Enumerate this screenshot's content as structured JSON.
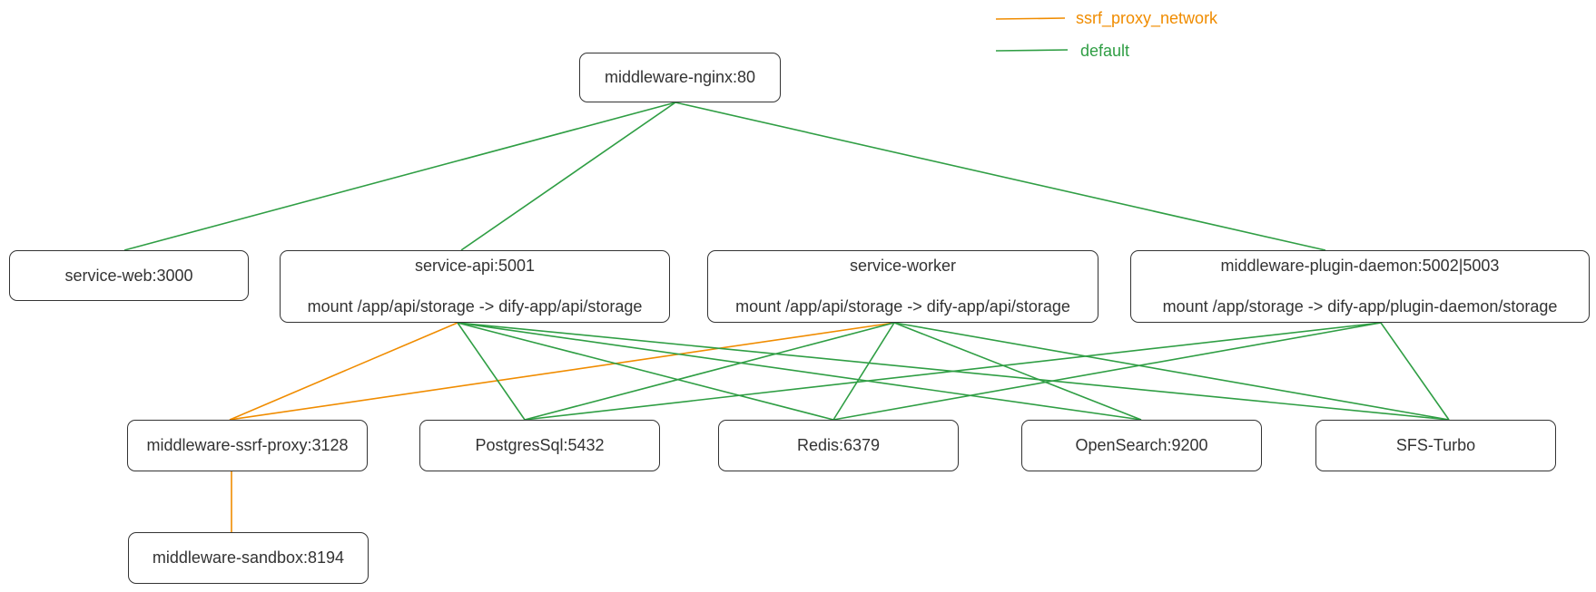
{
  "legend": {
    "ssrf": {
      "label": "ssrf_proxy_network",
      "color": "#f08c00"
    },
    "default": {
      "label": "default",
      "color": "#2f9e44"
    }
  },
  "nodes": {
    "nginx": {
      "label": "middleware-nginx:80"
    },
    "web": {
      "label": "service-web:3000"
    },
    "api": {
      "label": "service-api:5001",
      "detail": "mount /app/api/storage -> dify-app/api/storage"
    },
    "worker": {
      "label": "service-worker",
      "detail": "mount /app/api/storage -> dify-app/api/storage"
    },
    "plugin": {
      "label": "middleware-plugin-daemon:5002|5003",
      "detail": "mount /app/storage -> dify-app/plugin-daemon/storage"
    },
    "ssrf": {
      "label": "middleware-ssrf-proxy:3128"
    },
    "postgres": {
      "label": "PostgresSql:5432"
    },
    "redis": {
      "label": "Redis:6379"
    },
    "opensearch": {
      "label": "OpenSearch:9200"
    },
    "sfs": {
      "label": "SFS-Turbo"
    },
    "sandbox": {
      "label": "middleware-sandbox:8194"
    }
  },
  "edges": [
    {
      "from": "nginx",
      "to": "web",
      "network": "default"
    },
    {
      "from": "nginx",
      "to": "api",
      "network": "default"
    },
    {
      "from": "nginx",
      "to": "plugin",
      "network": "default"
    },
    {
      "from": "api",
      "to": "ssrf",
      "network": "ssrf"
    },
    {
      "from": "worker",
      "to": "ssrf",
      "network": "ssrf"
    },
    {
      "from": "ssrf",
      "to": "sandbox",
      "network": "ssrf"
    },
    {
      "from": "api",
      "to": "postgres",
      "network": "default"
    },
    {
      "from": "api",
      "to": "redis",
      "network": "default"
    },
    {
      "from": "api",
      "to": "opensearch",
      "network": "default"
    },
    {
      "from": "api",
      "to": "sfs",
      "network": "default"
    },
    {
      "from": "worker",
      "to": "postgres",
      "network": "default"
    },
    {
      "from": "worker",
      "to": "redis",
      "network": "default"
    },
    {
      "from": "worker",
      "to": "opensearch",
      "network": "default"
    },
    {
      "from": "worker",
      "to": "sfs",
      "network": "default"
    },
    {
      "from": "plugin",
      "to": "postgres",
      "network": "default"
    },
    {
      "from": "plugin",
      "to": "redis",
      "network": "default"
    },
    {
      "from": "plugin",
      "to": "sfs",
      "network": "default"
    }
  ]
}
